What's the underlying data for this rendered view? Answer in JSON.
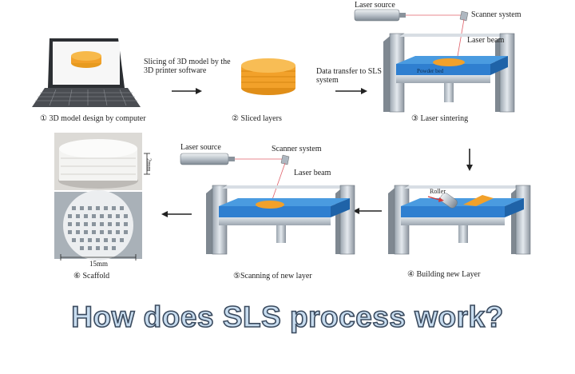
{
  "steps": {
    "step1": "① 3D model design by computer",
    "step2": "②  Sliced layers",
    "step3": "③ Laser sintering",
    "step4": "④ Building new Layer",
    "step5": "⑤Scanning of new layer",
    "step6": "⑥ Scaffold"
  },
  "notes": {
    "slicing": "Slicing of 3D model by the 3D printer software",
    "data_transfer": "Data transfer to SLS system"
  },
  "machine_top": {
    "laser_source": "Laser source",
    "scanner": "Scanner system",
    "laser_beam": "Laser beam",
    "powder_bed": "Powder bed"
  },
  "machine_bottom": {
    "laser_source": "Laser source",
    "scanner": "Scanner system",
    "laser_beam": "Laser beam"
  },
  "machine_roller": {
    "roller": "Roller"
  },
  "scaffold": {
    "scale_side": "2mm",
    "scale_bottom": "15mm"
  },
  "title": "How does SLS process work?",
  "colors": {
    "powder": "#2f7fd0",
    "part": "#f2a12a",
    "frame": "#c8d0d8"
  }
}
